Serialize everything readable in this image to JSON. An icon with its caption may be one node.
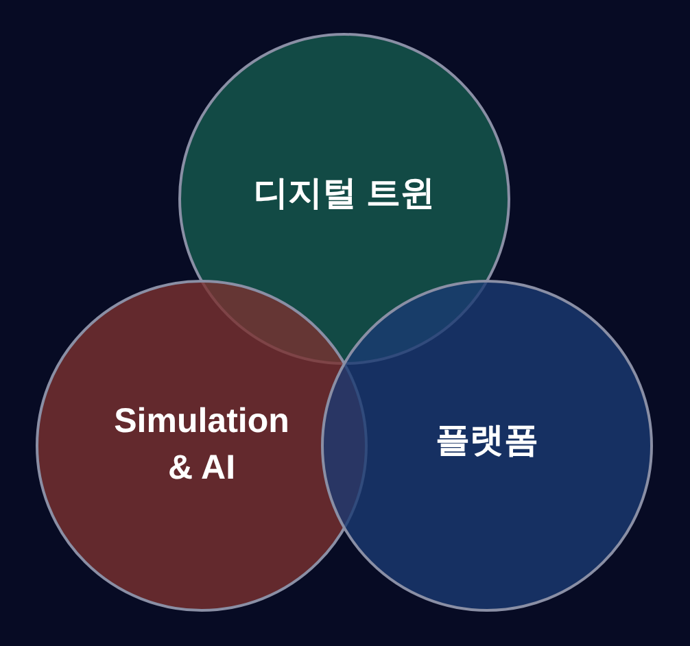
{
  "diagram": {
    "nodes": [
      {
        "text": [
          "디지털 트윈"
        ]
      },
      {
        "text": [
          "Simulation & AI"
        ]
      },
      {
        "text": [
          "플랫폼"
        ]
      }
    ]
  }
}
